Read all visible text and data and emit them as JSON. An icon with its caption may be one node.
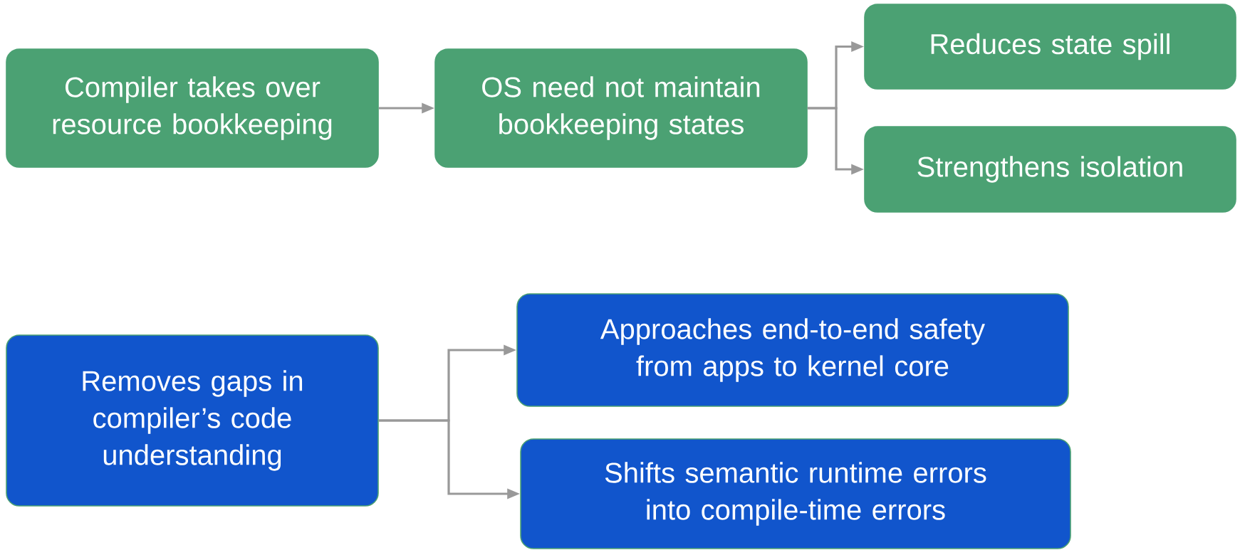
{
  "diagram": {
    "nodes": [
      {
        "text": [
          "Compiler takes over resource bookkeeping"
        ]
      },
      {
        "text": [
          "OS need not maintain bookkeeping states"
        ]
      },
      {
        "text": [
          "Reduces state spill"
        ]
      },
      {
        "text": [
          "Strengthens isolation"
        ]
      },
      {
        "text": [
          "Removes gaps in compiler’s code understanding"
        ]
      },
      {
        "text": [
          "Approaches end-to-end safety from apps to kernel core"
        ]
      },
      {
        "text": [
          "Shifts semantic runtime errors into compile-time errors"
        ]
      }
    ],
    "edges": [
      {
        "from": 0,
        "to": 1,
        "arrow": "to"
      },
      {
        "from": 1,
        "to": 2,
        "arrow": "to"
      },
      {
        "from": 1,
        "to": 3,
        "arrow": "to"
      },
      {
        "from": 4,
        "to": 5,
        "arrow": "to"
      },
      {
        "from": 4,
        "to": 6,
        "arrow": "to"
      }
    ]
  }
}
